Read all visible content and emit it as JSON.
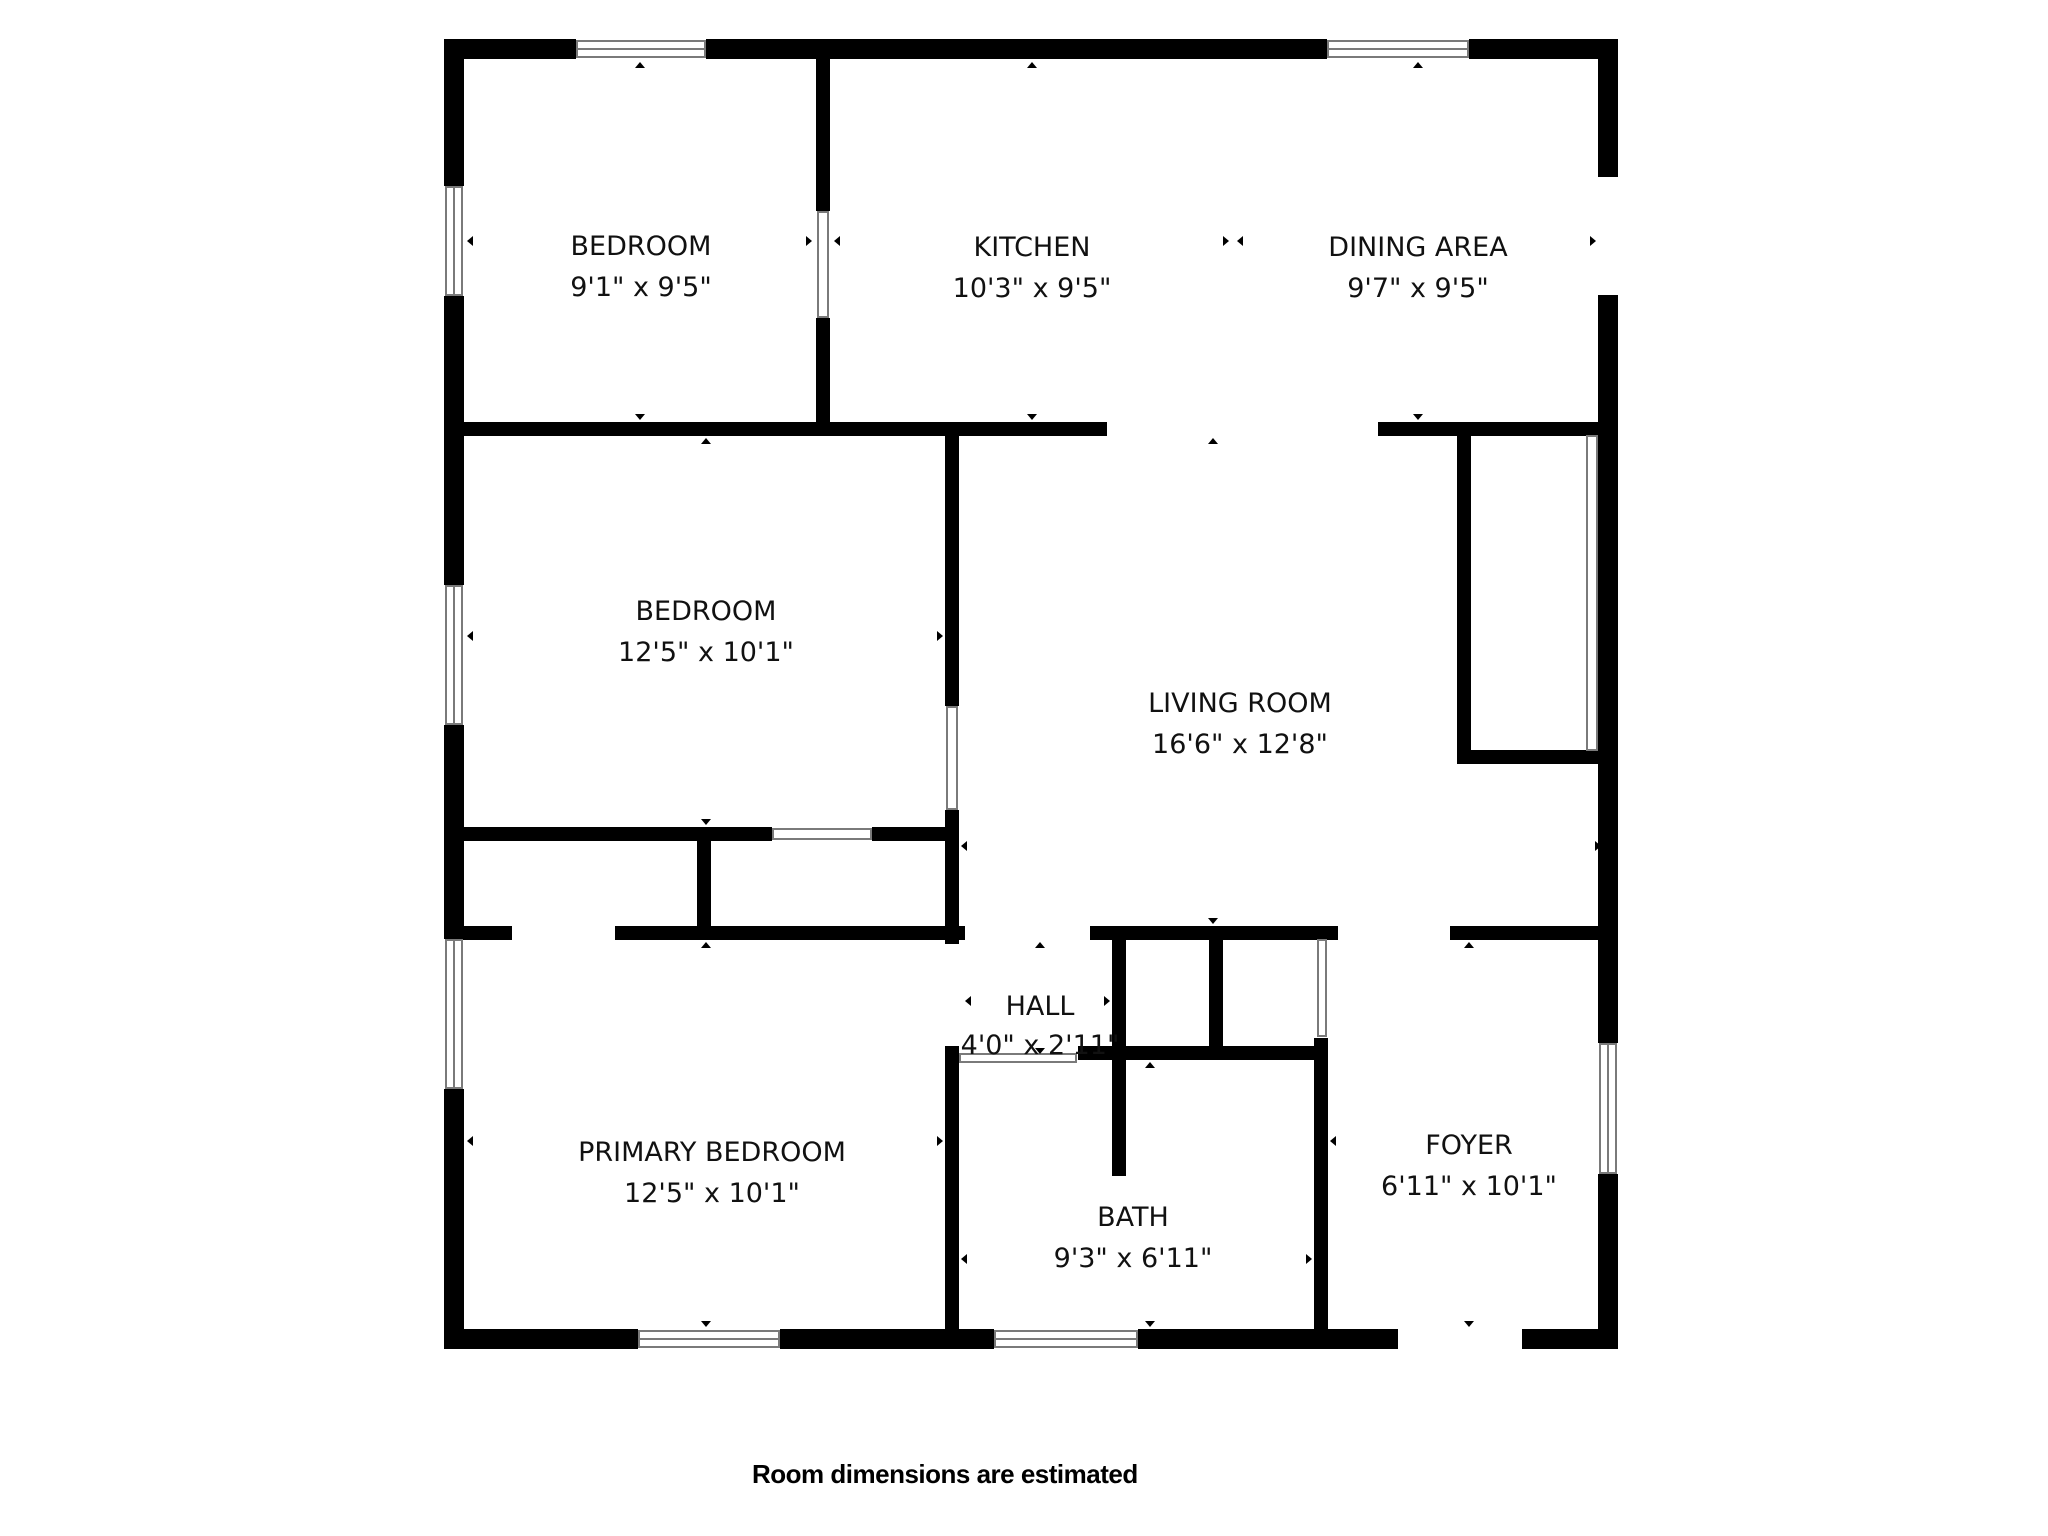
{
  "colors": {
    "wall": "#000000",
    "background": "#ffffff",
    "window_frame": "#7a7a7a",
    "text": "#111111"
  },
  "rooms": [
    {
      "name": "BEDROOM",
      "dims": "9'1\" x 9'5\""
    },
    {
      "name": "KITCHEN",
      "dims": "10'3\" x 9'5\""
    },
    {
      "name": "DINING AREA",
      "dims": "9'7\" x 9'5\""
    },
    {
      "name": "BEDROOM",
      "dims": "12'5\" x 10'1\""
    },
    {
      "name": "LIVING ROOM",
      "dims": "16'6\" x 12'8\""
    },
    {
      "name": "HALL",
      "dims": "4'0\" x 2'11\""
    },
    {
      "name": "PRIMARY BEDROOM",
      "dims": "12'5\" x 10'1\""
    },
    {
      "name": "BATH",
      "dims": "9'3\" x 6'11\""
    },
    {
      "name": "FOYER",
      "dims": "6'11\" x 10'1\""
    }
  ],
  "footer": {
    "note": "Room dimensions are estimated"
  }
}
